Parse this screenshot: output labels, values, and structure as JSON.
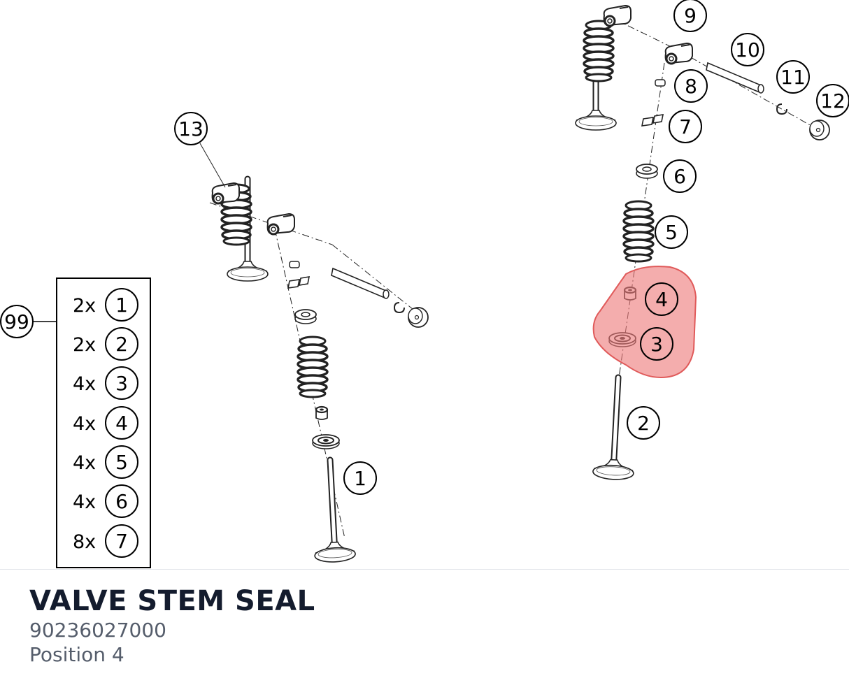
{
  "part": {
    "name": "VALVE STEM SEAL",
    "number": "90236027000",
    "position": "Position 4"
  },
  "colors": {
    "highlight": "#ee7b7b",
    "title": "#141c2e",
    "subtitle": "#555d6b"
  },
  "callouts": {
    "c1": "1",
    "c2": "2",
    "c3": "3",
    "c4": "4",
    "c5": "5",
    "c6": "6",
    "c7": "7",
    "c8": "8",
    "c9": "9",
    "c10": "10",
    "c11": "11",
    "c12": "12",
    "c13": "13",
    "c99": "99"
  },
  "kit": [
    {
      "qty": "2x",
      "ref": "1"
    },
    {
      "qty": "2x",
      "ref": "2"
    },
    {
      "qty": "4x",
      "ref": "3"
    },
    {
      "qty": "4x",
      "ref": "4"
    },
    {
      "qty": "4x",
      "ref": "5"
    },
    {
      "qty": "4x",
      "ref": "6"
    },
    {
      "qty": "8x",
      "ref": "7"
    }
  ]
}
